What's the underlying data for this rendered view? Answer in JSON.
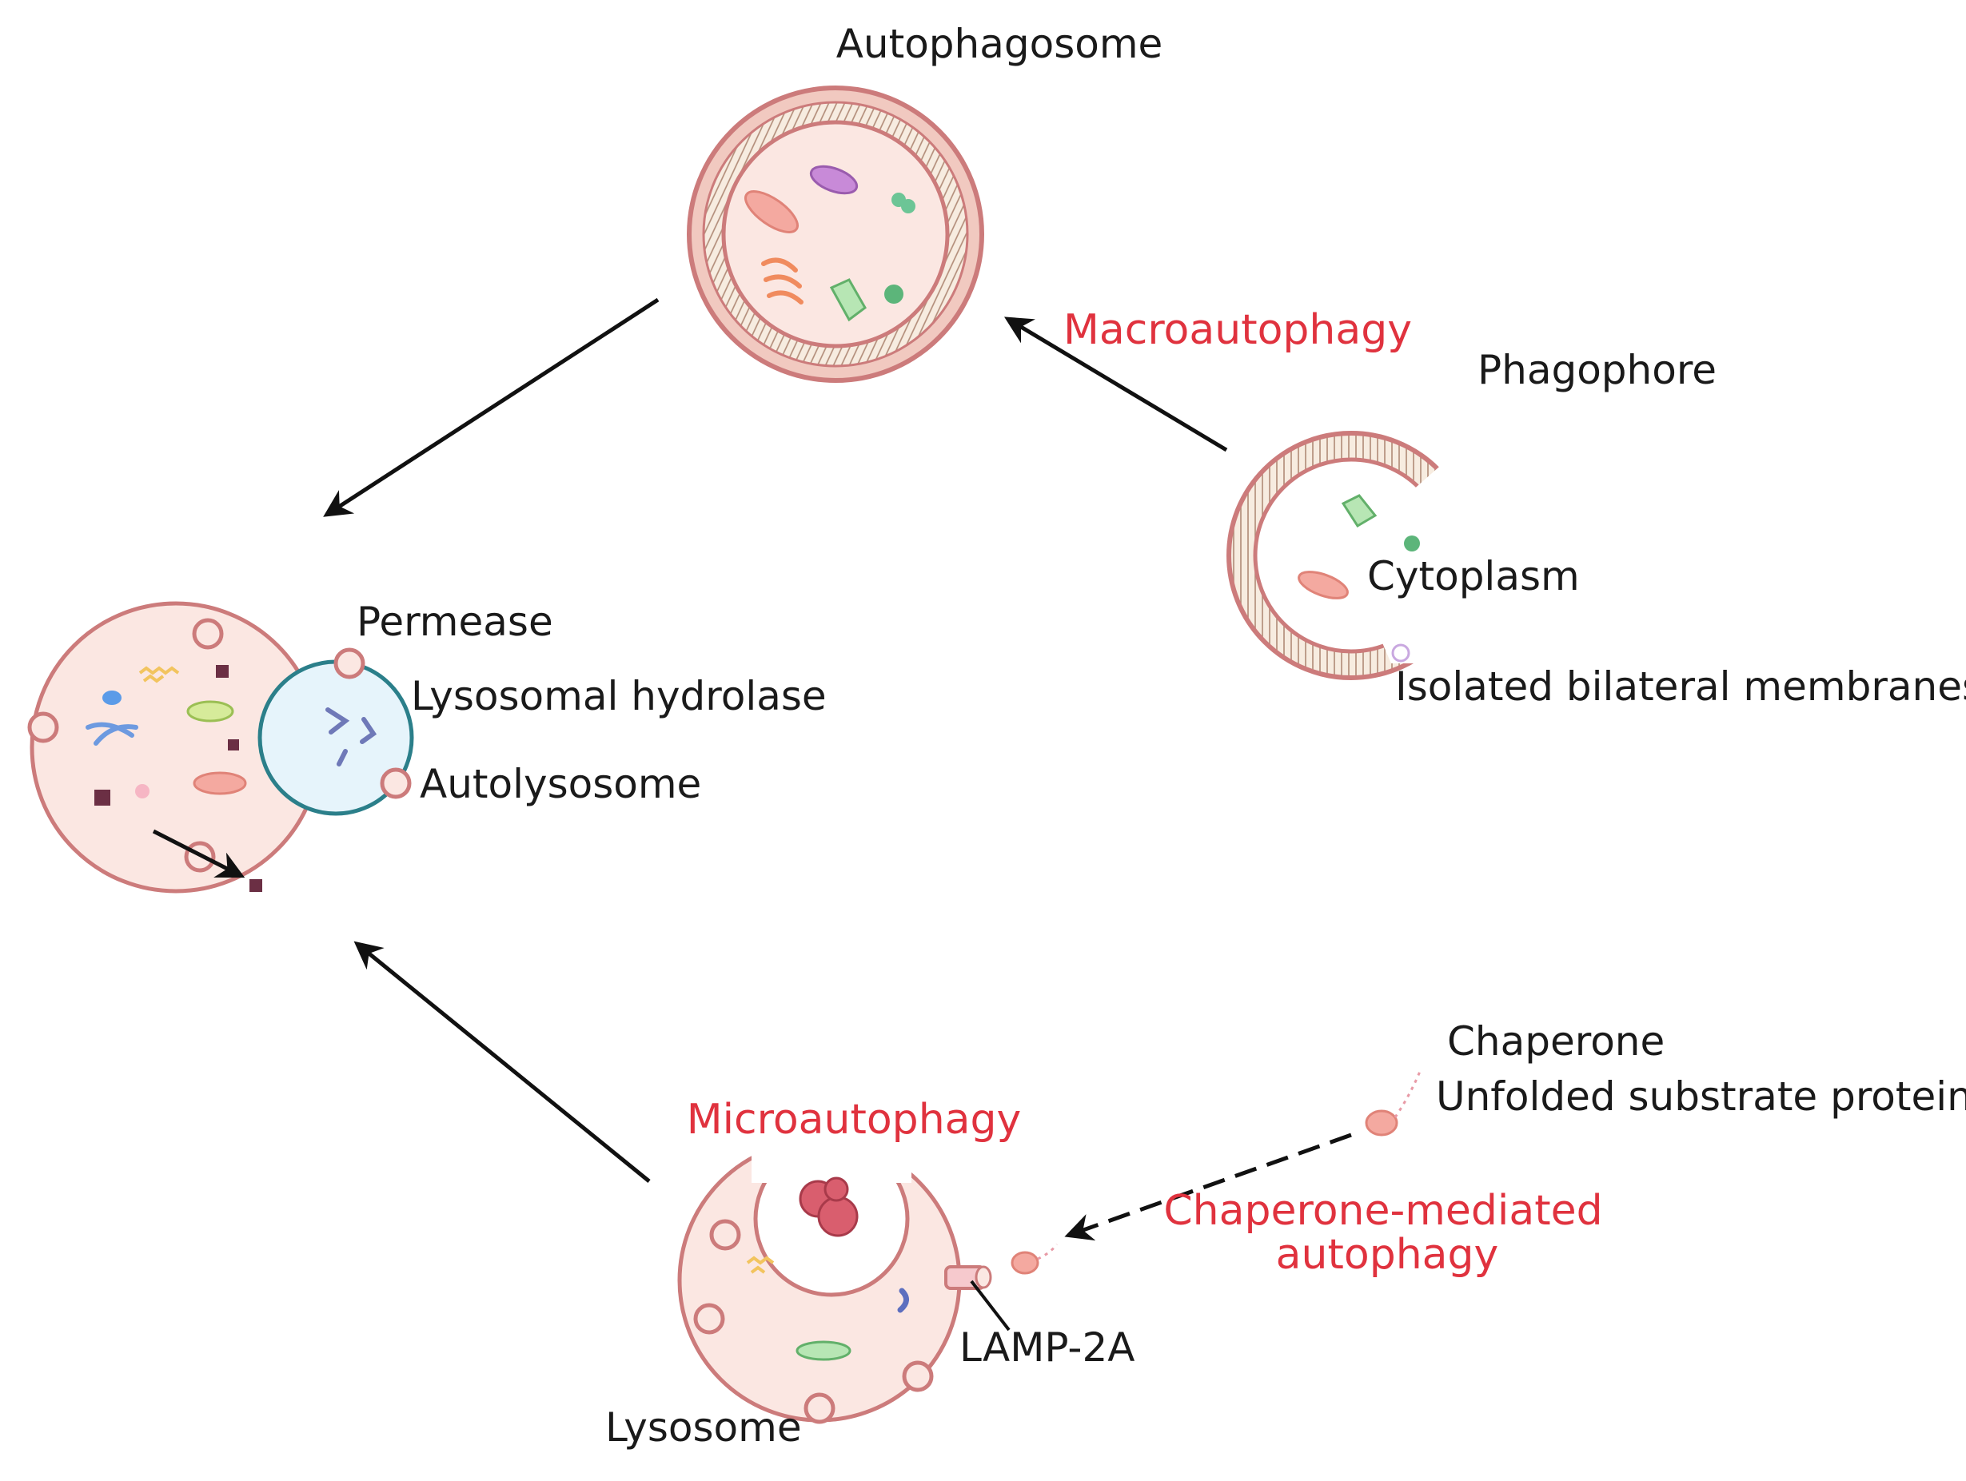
{
  "labels": {
    "autophagosome": "Autophagosome",
    "macroautophagy": "Macroautophagy",
    "phagophore": "Phagophore",
    "cytoplasm": "Cytoplasm",
    "isolated_membranes": "Isolated bilateral membranes",
    "permease": "Permease",
    "lysosomal_hydrolase": "Lysosomal hydrolase",
    "autolysosome": "Autolysosome",
    "chaperone": "Chaperone",
    "unfolded_protein": "Unfolded substrate protein",
    "microautophagy": "Microautophagy",
    "cma_line1": "Chaperone-mediated",
    "cma_line2": "autophagy",
    "lamp2a": "LAMP-2A",
    "lysosome": "Lysosome"
  },
  "colors": {
    "pathway_label": "#e0323e",
    "text": "#1a1a1a",
    "vesicle_fill": "#fbe7e2",
    "membrane": "#cc7b7b",
    "lysosome_blue": "#e6f4fb",
    "lysosome_blue_border": "#2b7f8a",
    "arrow": "#111111"
  }
}
